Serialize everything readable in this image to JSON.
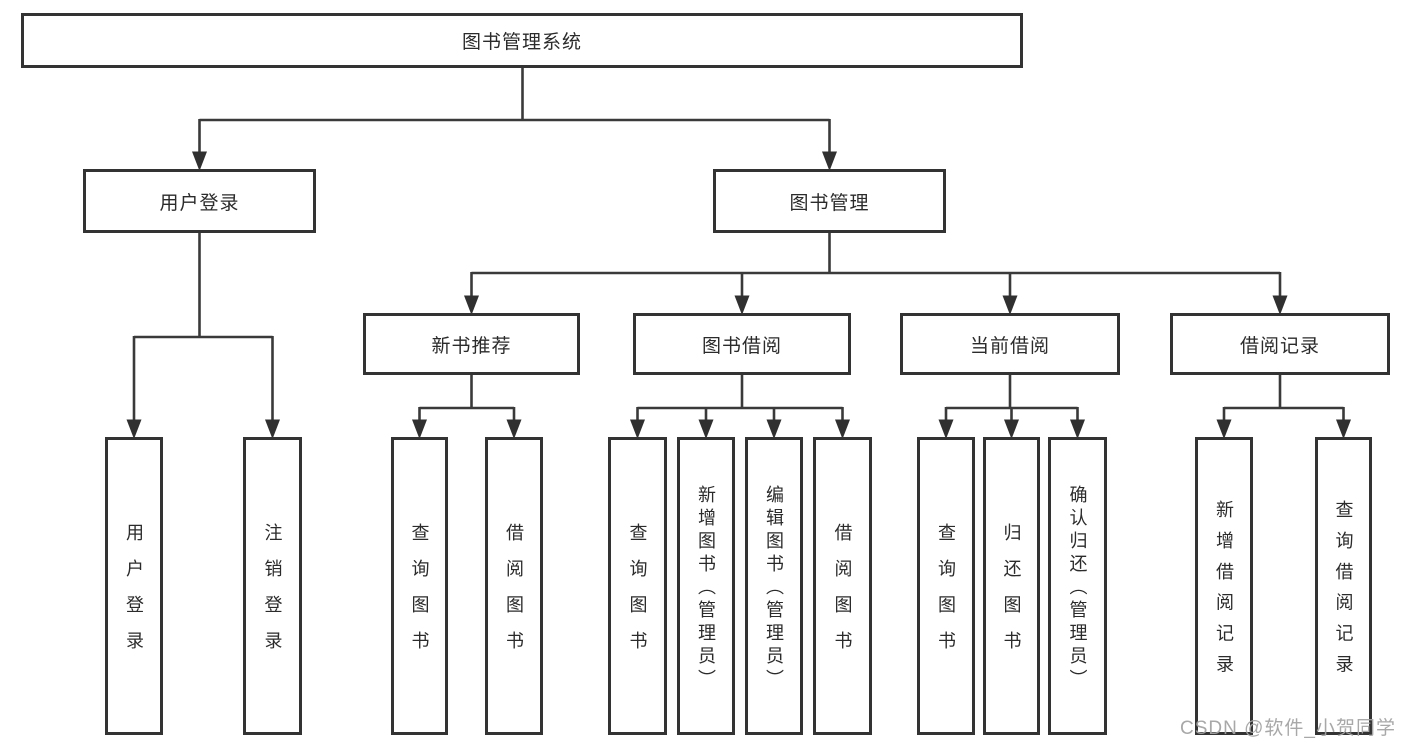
{
  "diagram": {
    "title": "图书管理系统",
    "root": {
      "label": "图书管理系统"
    },
    "branches": [
      {
        "label": "用户登录",
        "children": [
          "用户登录",
          "注销登录"
        ]
      },
      {
        "label": "图书管理",
        "sections": [
          {
            "label": "新书推荐",
            "children": [
              "查询图书",
              "借阅图书"
            ]
          },
          {
            "label": "图书借阅",
            "children": [
              "查询图书",
              "新增图书（管理员）",
              "编辑图书（管理员）",
              "借阅图书"
            ]
          },
          {
            "label": "当前借阅",
            "children": [
              "查询图书",
              "归还图书",
              "确认归还（管理员）"
            ]
          },
          {
            "label": "借阅记录",
            "children": [
              "新增借阅记录",
              "查询借阅记录"
            ]
          }
        ]
      }
    ]
  },
  "watermark": {
    "text": "CSDN @软件_小贺同学"
  },
  "colors": {
    "line": "#3a3a3a",
    "box_border": "#333333",
    "background": "#ffffff",
    "watermark": "#a3a3a3"
  }
}
